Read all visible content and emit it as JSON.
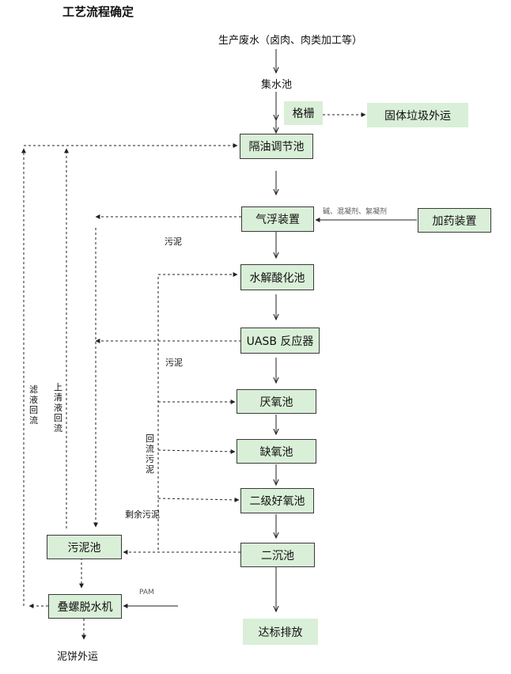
{
  "title": "工艺流程确定",
  "source": "生产废水（卤肉、肉类加工等）",
  "nodes": {
    "collect": "集水池",
    "grille": "格栅",
    "solid_waste": "固体垃圾外运",
    "oil_sep": "隔油调节池",
    "air_float": "气浮装置",
    "dosing": "加药装置",
    "hydrolysis": "水解酸化池",
    "uasb": "UASB 反应器",
    "anaerobic": "厌氧池",
    "anoxic": "缺氧池",
    "aerobic2": "二级好氧池",
    "secondary_settle": "二沉池",
    "discharge": "达标排放",
    "sludge_tank": "污泥池",
    "screw_press": "叠螺脱水机",
    "cake_out": "泥饼外运"
  },
  "labels": {
    "chemicals": "碱、混凝剂、絮凝剂",
    "sludge1": "污泥",
    "sludge2": "污泥",
    "return_sludge": "回流污泥",
    "excess_sludge": "剩余污泥",
    "filtrate_return": "滤液回流",
    "supernatant_return": "上清液回流",
    "pam": "PAM"
  }
}
